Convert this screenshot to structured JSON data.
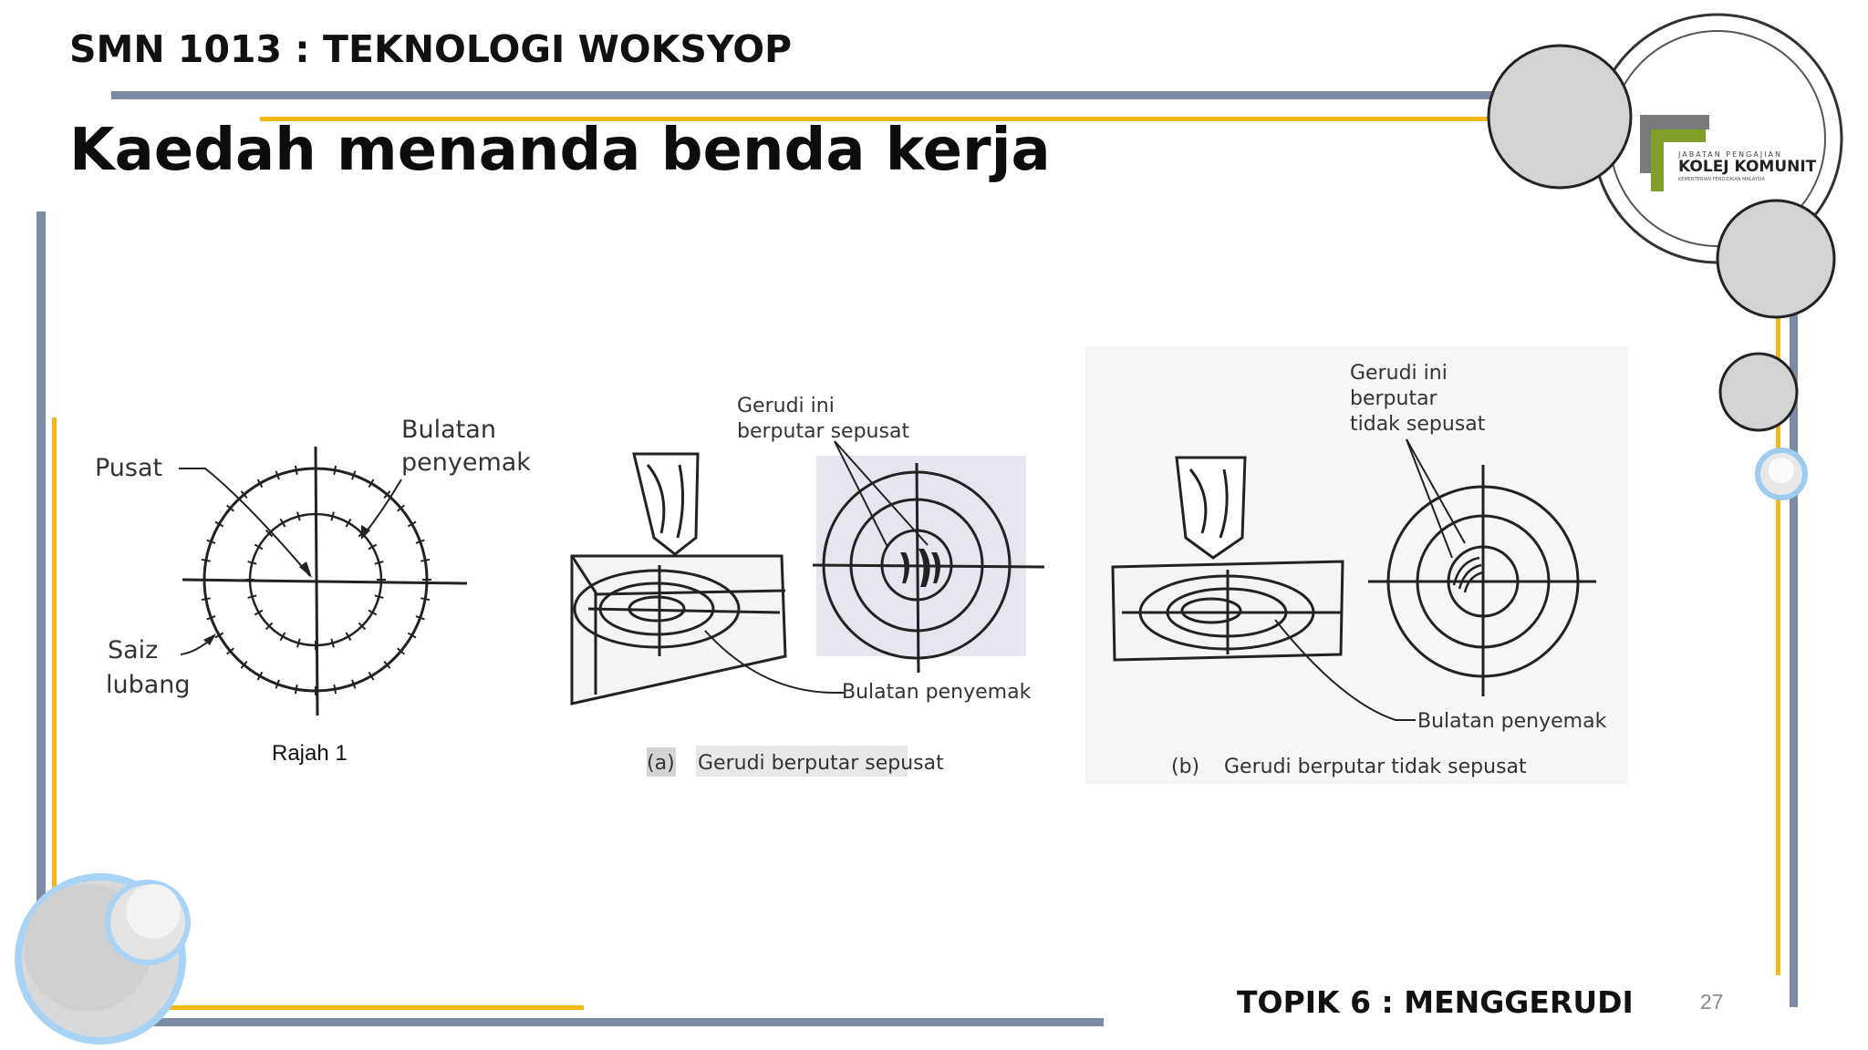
{
  "header": {
    "course_title": "SMN 1013 : TEKNOLOGI WOKSYOP",
    "slide_title": "Kaedah menanda benda kerja"
  },
  "logo": {
    "top_text": "JABATAN PENGAJIAN",
    "name": "KOLEJ KOMUNITI",
    "sub_text": "KEMENTERIAN PENDIDIKAN MALAYSIA"
  },
  "figure_1": {
    "label_center": "Pusat",
    "label_circle_line1": "Bulatan",
    "label_circle_line2": "penyemak",
    "label_hole_line1": "Saiz",
    "label_hole_line2": "lubang",
    "caption": "Rajah 1"
  },
  "figure_a": {
    "callout_line1": "Gerudi ini",
    "callout_line2": "berputar sepusat",
    "circle_label": "Bulatan penyemak",
    "tag": "(a)",
    "caption": "Gerudi berputar sepusat"
  },
  "figure_b": {
    "callout_line1": "Gerudi ini",
    "callout_line2": "berputar",
    "callout_line3": "tidak sepusat",
    "circle_label": "Bulatan penyemak",
    "tag": "(b)",
    "caption": "Gerudi berputar tidak sepusat"
  },
  "footer": {
    "topic": "TOPIK 6 : MENGGERUDI",
    "page_number": "27"
  },
  "colors": {
    "accent_yellow": "#f2b816",
    "frame_blue_gray": "#7d8aa6",
    "circle_fill": "#d6d6d6",
    "logo_green": "#7f9f2a"
  }
}
